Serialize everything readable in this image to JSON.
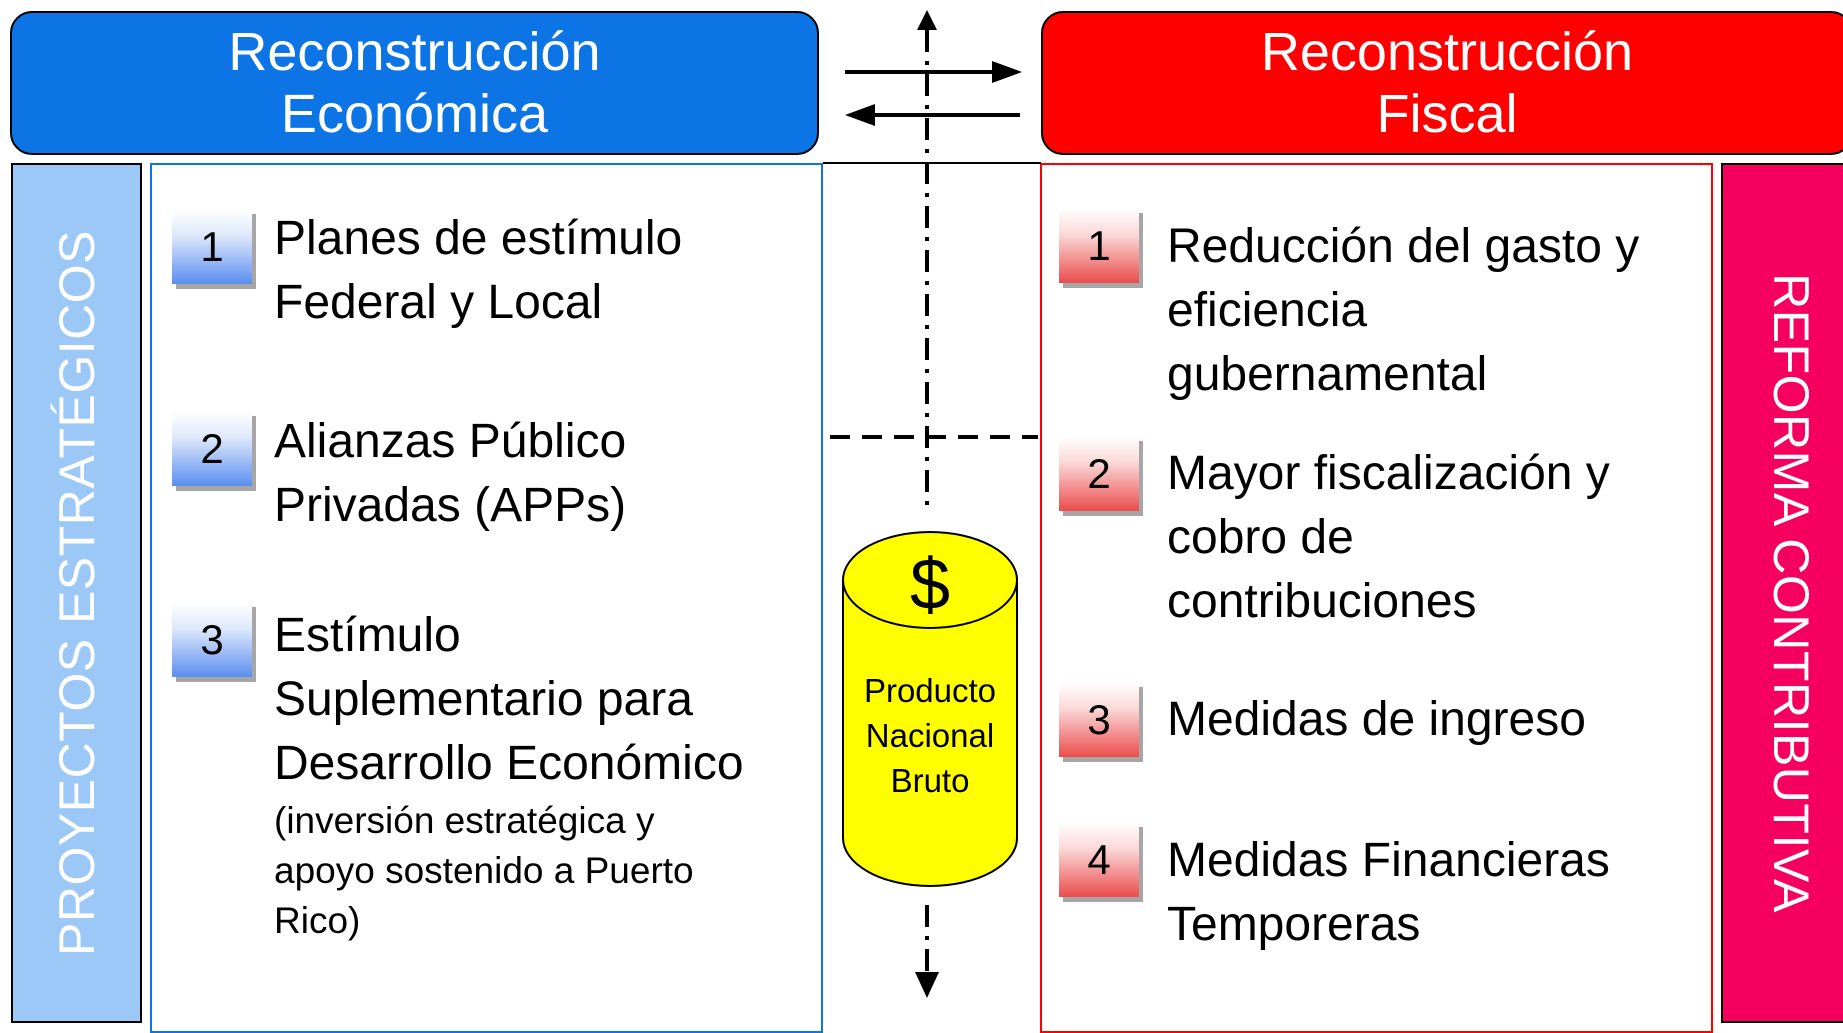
{
  "header_left": {
    "line1": "Reconstrucción",
    "line2": "Económica"
  },
  "header_right": {
    "line1": "Reconstrucción",
    "line2": "Fiscal"
  },
  "side_left": "PROYECTOS ESTRATÉGICOS",
  "side_right": "REFORMA CONTRIBUTIVA",
  "left_items": [
    {
      "number": "1",
      "lines": [
        "Planes de estímulo",
        "Federal y Local"
      ]
    },
    {
      "number": "2",
      "lines": [
        "Alianzas Público",
        "Privadas (APPs)"
      ]
    },
    {
      "number": "3",
      "lines": [
        "Estímulo",
        "Suplementario para",
        "Desarrollo Económico"
      ],
      "detail": [
        "(inversión estratégica y",
        "apoyo sostenido a Puerto",
        "Rico)"
      ]
    }
  ],
  "right_items": [
    {
      "number": "1",
      "lines": [
        "Reducción del gasto y",
        "eficiencia",
        "gubernamental"
      ]
    },
    {
      "number": "2",
      "lines": [
        "Mayor fiscalización y",
        "cobro de",
        "contribuciones"
      ]
    },
    {
      "number": "3",
      "lines": [
        "Medidas de ingreso"
      ]
    },
    {
      "number": "4",
      "lines": [
        "Medidas Financieras",
        "Temporeras"
      ]
    }
  ],
  "cylinder": {
    "symbol": "$",
    "lines": [
      "Producto",
      "Nacional",
      "Bruto"
    ]
  },
  "colors": {
    "economic": "#0c74e4",
    "fiscal": "#ff0000",
    "strategic_projects": "#9cc8f7",
    "tax_reform": "#f5005f",
    "cylinder": "#ffff00"
  }
}
